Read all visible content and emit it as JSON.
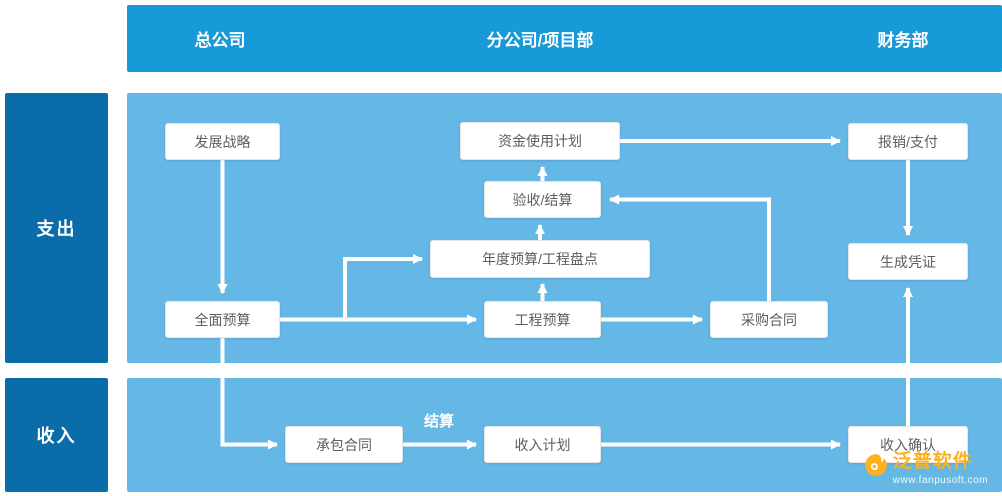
{
  "header": {
    "col_head_office": "总公司",
    "col_branch": "分公司/项目部",
    "col_finance": "财务部"
  },
  "rows": {
    "expense": "支出",
    "income": "收入"
  },
  "nodes": {
    "strategy": "发展战略",
    "fund_plan": "资金使用计划",
    "reimburse": "报销/支付",
    "acceptance": "验收/结算",
    "annual_budget": "年度预算/工程盘点",
    "voucher": "生成凭证",
    "overall_budget": "全面预算",
    "project_budget": "工程预算",
    "procurement": "采购合同",
    "contract": "承包合同",
    "income_plan": "收入计划",
    "income_confirm": "收入确认"
  },
  "edge_labels": {
    "settlement": "结算"
  },
  "logo": {
    "brand": "泛普软件",
    "site": "www.fanpusoft.com"
  },
  "colors": {
    "header_blue": "#1899d8",
    "side_blue": "#0a6ca8",
    "panel_blue": "#65b7e5",
    "arrow_white": "#ffffff",
    "logo_orange": "#ffb01e"
  }
}
